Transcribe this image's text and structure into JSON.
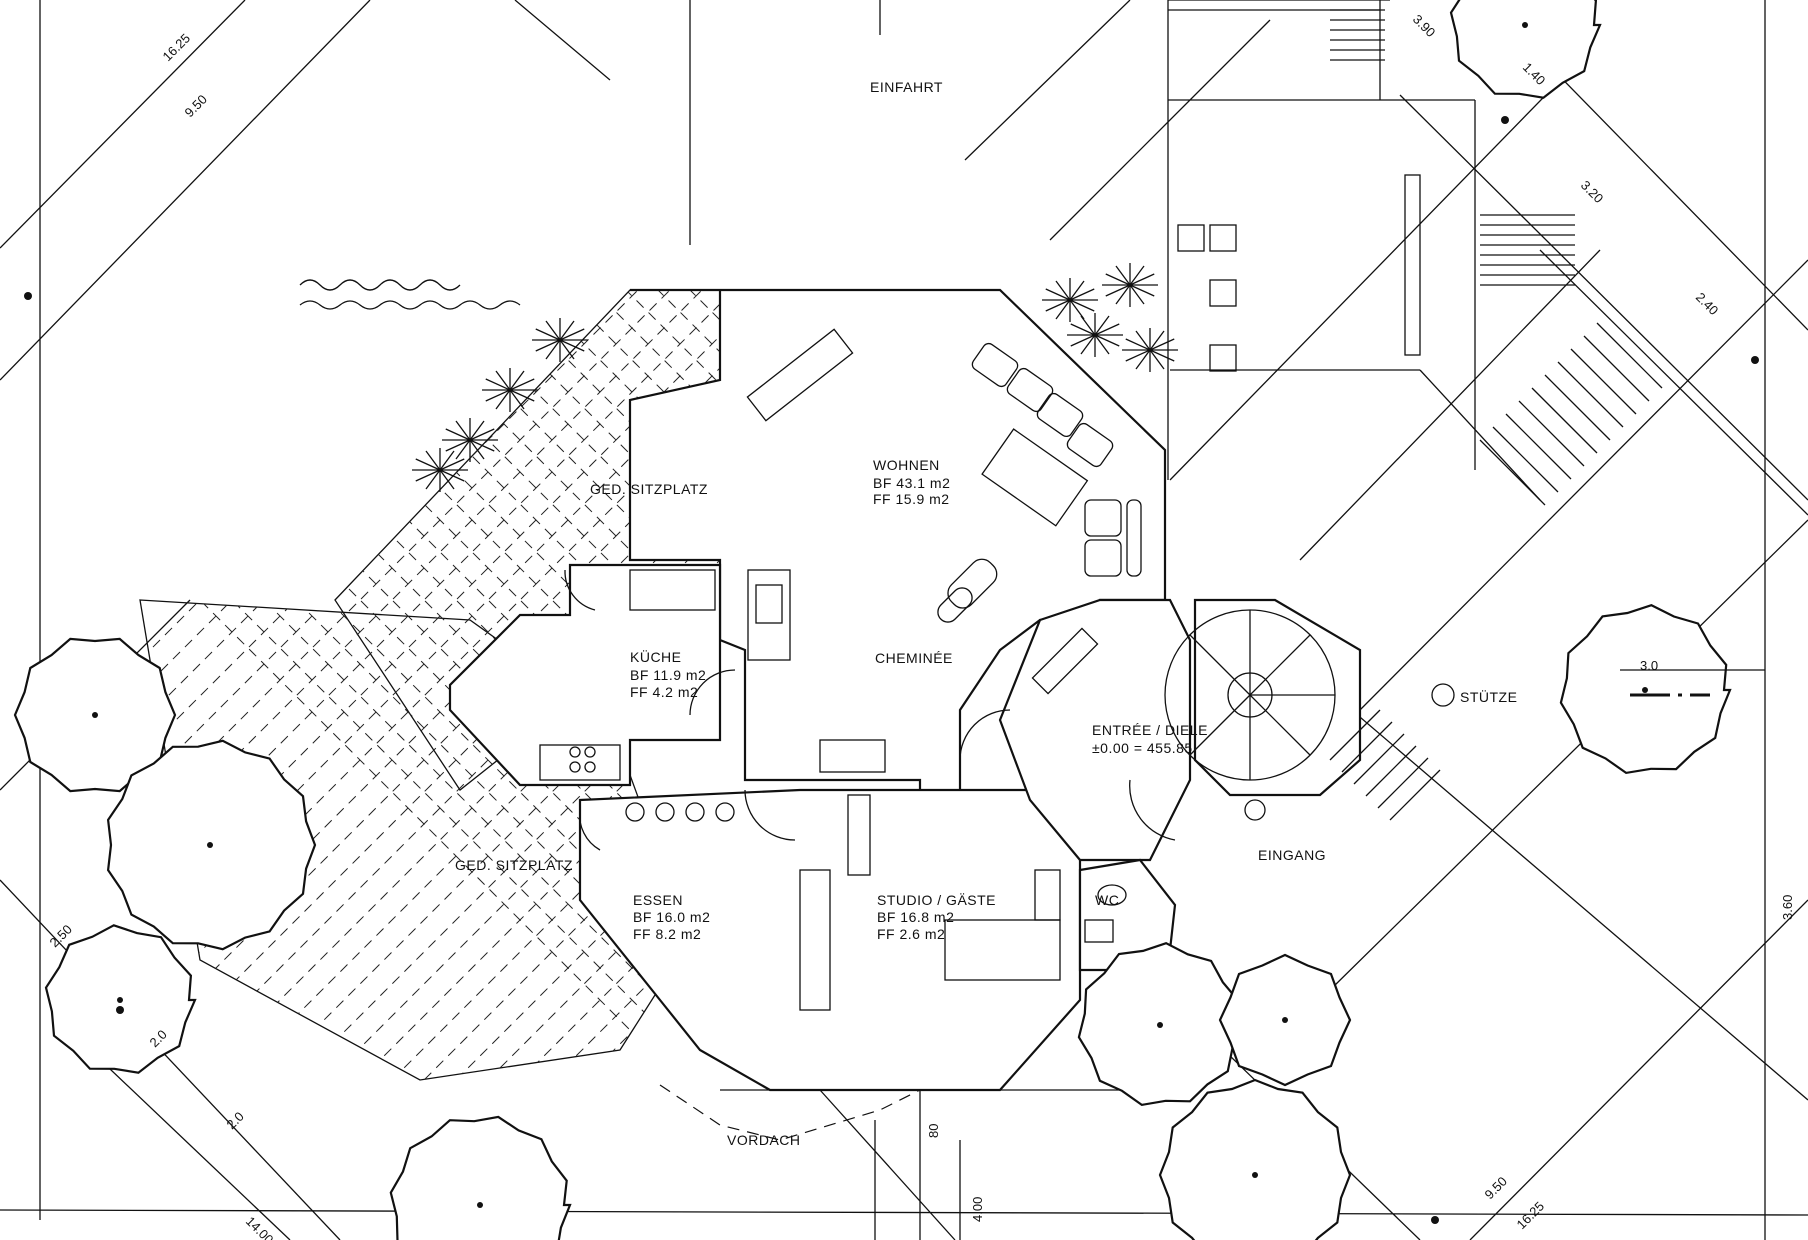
{
  "labels": {
    "einfahrt": "EINFAHRT",
    "wohnen": "WOHNEN",
    "wohnen_bf": "BF 43.1 m2",
    "wohnen_ff": "FF 15.9 m2",
    "sitzplatz_top": "GED. SITZPLATZ",
    "sitzplatz_bottom": "GED. SITZPLATZ",
    "kueche": "KÜCHE",
    "kueche_bf": "BF 11.9 m2",
    "kueche_ff": "FF  4.2 m2",
    "cheminee": "CHEMINÉE",
    "entree": "ENTRÉE / DIELE",
    "entree_level": "±0.00 = 455.85",
    "stuetze": "STÜTZE",
    "eingang": "EINGANG",
    "essen": "ESSEN",
    "essen_bf": "BF  16.0 m2",
    "essen_ff": "FF    8.2 m2",
    "studio": "STUDIO / GÄSTE",
    "studio_bf": "BF  16.8 m2",
    "studio_ff": "FF    2.6 m2",
    "wc": "WC",
    "vordach": "VORDACH"
  },
  "dimensions": {
    "d_1625_top": "16.25",
    "d_950_top": "9.50",
    "d_390": "3.90",
    "d_140": "1.40",
    "d_320": "3.20",
    "d_240": "2.40",
    "d_30": "3.0",
    "d_360": "3.60",
    "d_250": "2.50",
    "d_20a": "2.0",
    "d_20b": "2.0",
    "d_1400": "14.00",
    "d_80": "80",
    "d_400": "4.00",
    "d_950_bot": "9.50",
    "d_1625_bot": "16.25"
  }
}
